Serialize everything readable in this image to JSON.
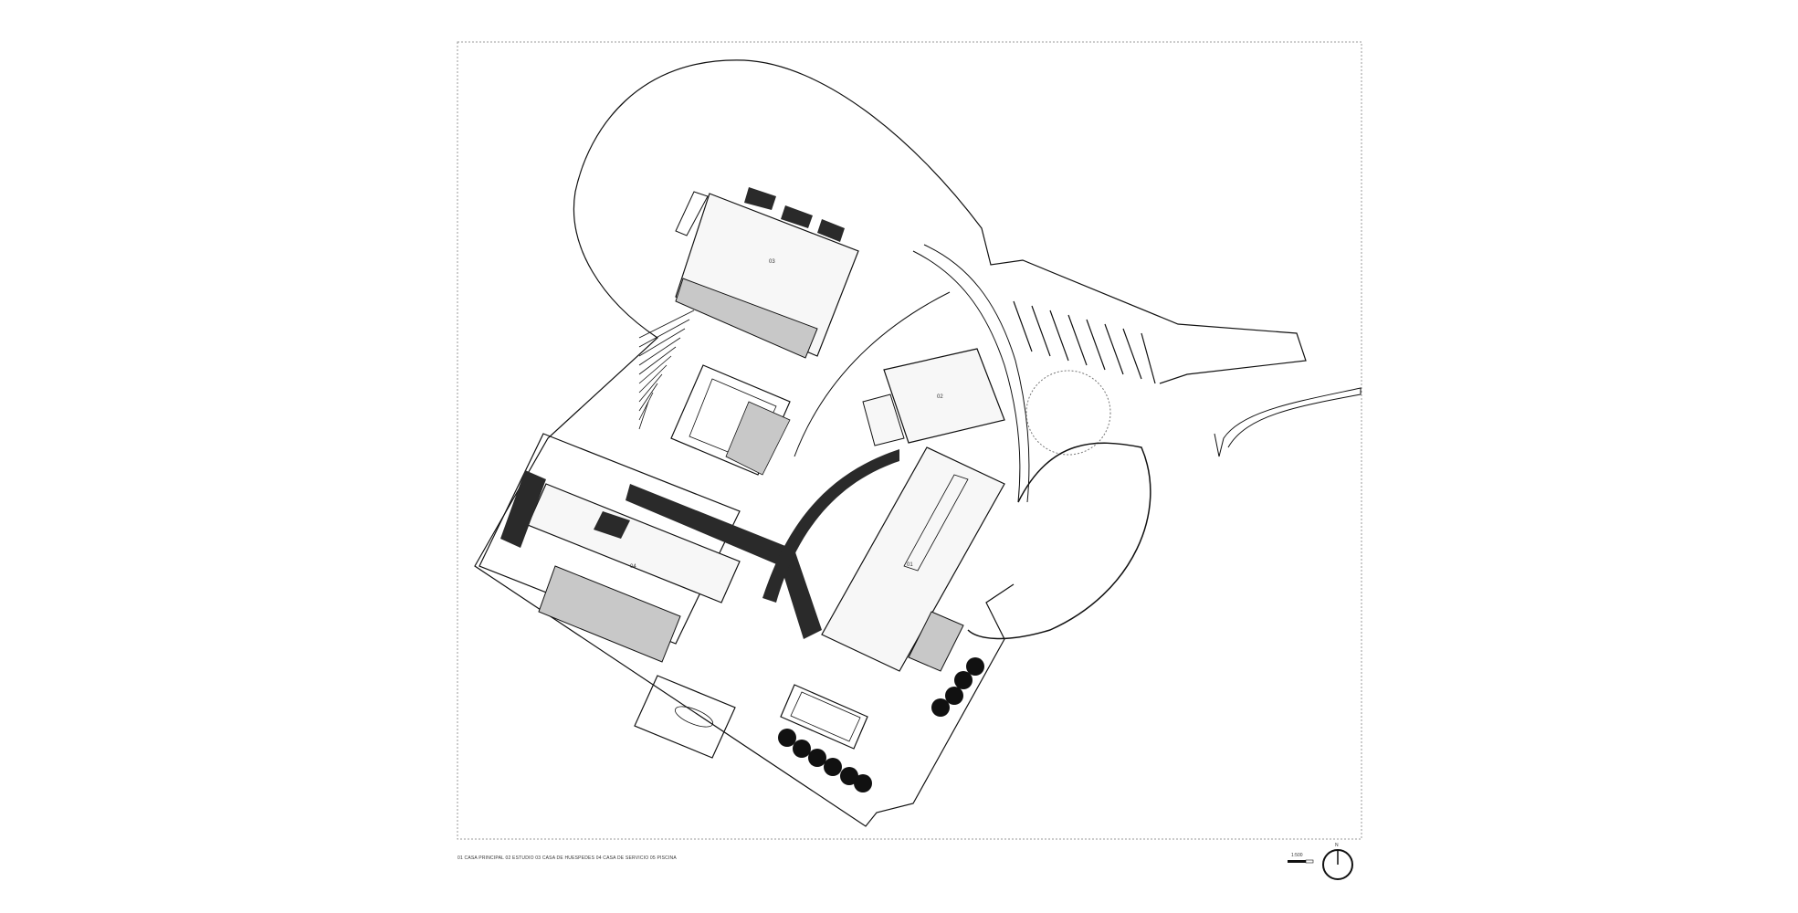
{
  "plan": {
    "buildings": [
      {
        "id": "b01",
        "label": "01"
      },
      {
        "id": "b02",
        "label": "02"
      },
      {
        "id": "b03",
        "label": "03"
      },
      {
        "id": "b04",
        "label": "04"
      }
    ],
    "legend_text": "01 CASA PRINCIPAL   02 ESTUDIO   03 CASA DE HUESPEDES   04 CASA DE SERVICIO   05 PISCINA",
    "scale_text": "1:500",
    "north_label": "N",
    "colors": {
      "line": "#111111",
      "roof_fill": "#f7f7f7",
      "shade_fill": "#c8c8c8",
      "dark_fill": "#2a2a2a",
      "frame": "#999999"
    }
  }
}
